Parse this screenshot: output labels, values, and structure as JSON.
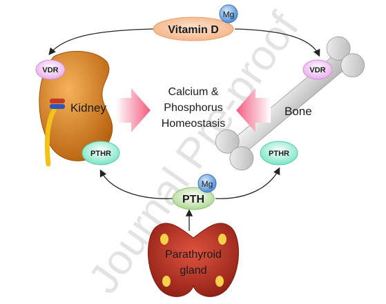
{
  "nodes": {
    "vitamin_d": "Vitamin D",
    "mg_top": "Mg",
    "vdr_left": "VDR",
    "vdr_right": "VDR",
    "kidney": "Kidney",
    "bone": "Bone",
    "homeostasis": [
      "Calcium &",
      "Phosphorus",
      "Homeostasis"
    ],
    "pthr_left": "PTHR",
    "pthr_right": "PTHR",
    "pth": "PTH",
    "mg_bottom": "Mg",
    "parathyroid": [
      "Parathyroid",
      "gland"
    ]
  },
  "watermark": "Journal Pre-proof",
  "colors": {
    "vitamin_d_fill": "#f8c9a2",
    "mg_fill": "#7db3ea",
    "vdr_fill": "#f2c6f2",
    "pthr_fill": "#a9f2dc",
    "pth_fill": "#d6ecc2",
    "kidney": "#d87d1e",
    "parathyroid": "#c0392b",
    "pink_arrow": "#f47a93",
    "watermark": "#d9d9d9"
  },
  "icons": [
    "kidney-illustration",
    "bone-illustration",
    "parathyroid-gland-illustration",
    "pink-arrow-right",
    "pink-arrow-left"
  ]
}
